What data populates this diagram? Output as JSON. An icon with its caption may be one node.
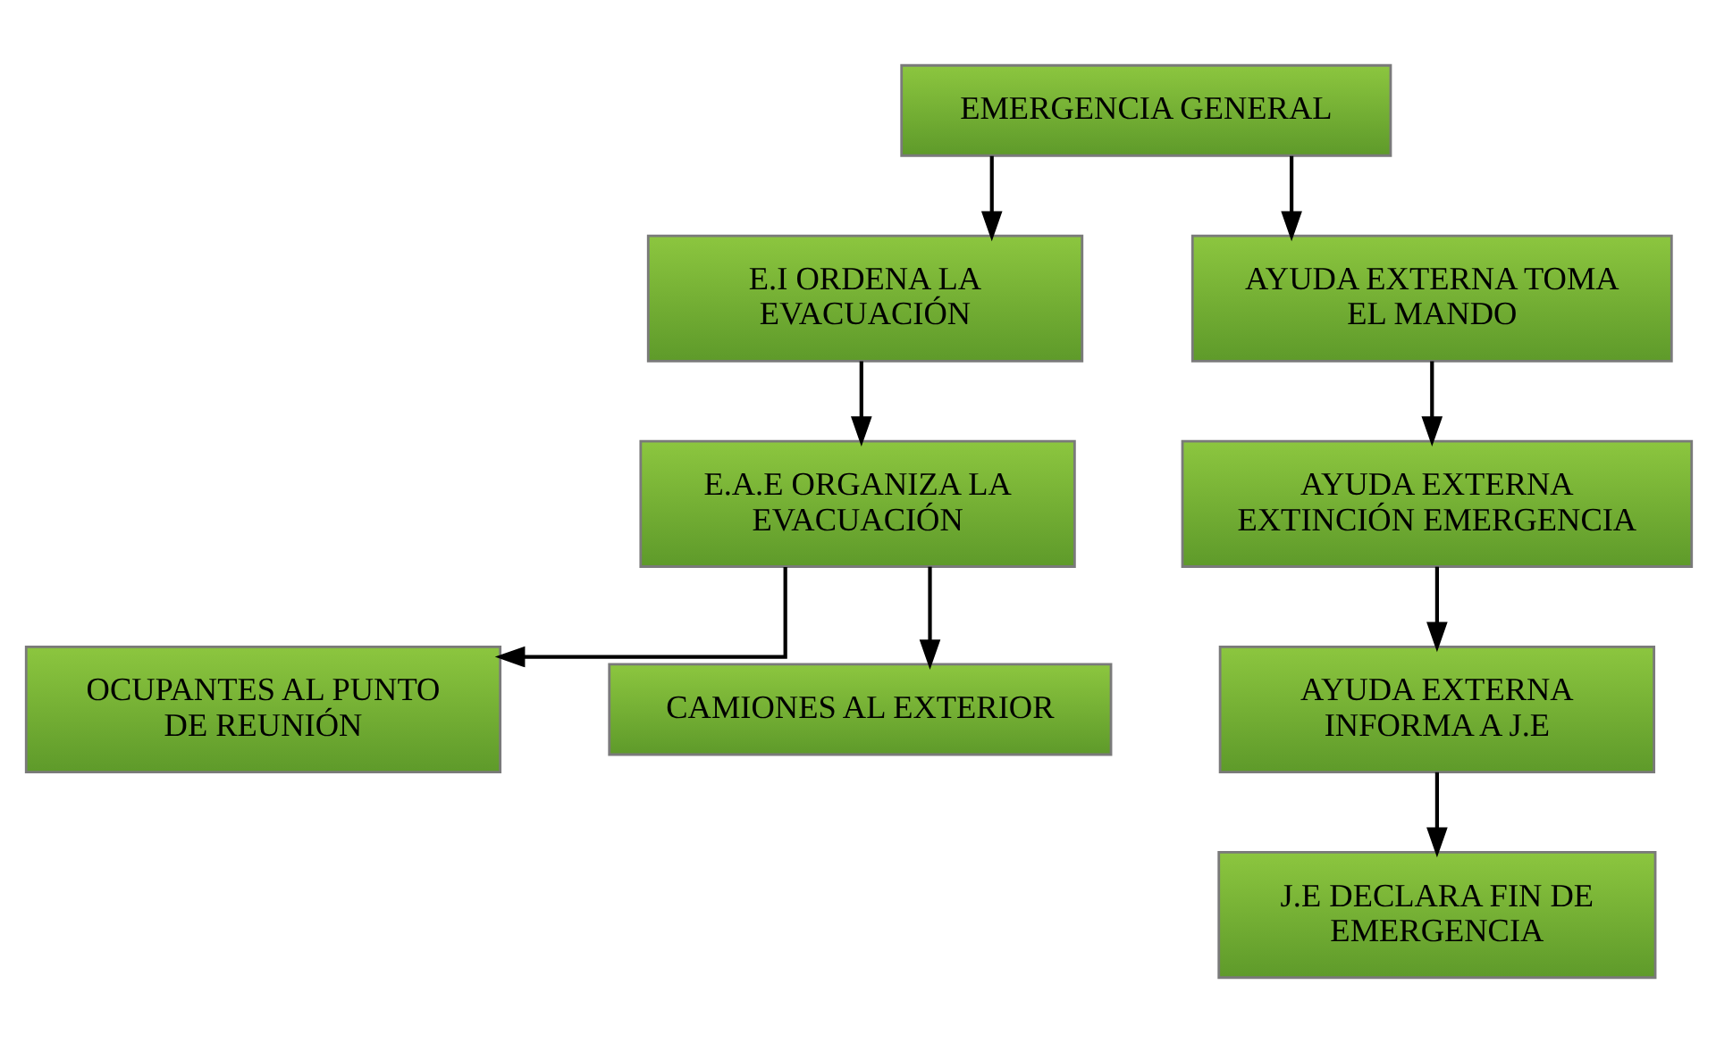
{
  "diagram": {
    "nodes": [
      {
        "text": [
          "EMERGENCIA GENERAL"
        ]
      },
      {
        "text": [
          "E.I ORDENA LA EVACUACIÓN"
        ]
      },
      {
        "text": [
          "E.A.E ORGANIZA LA EVACUACIÓN"
        ]
      },
      {
        "text": [
          "OCUPANTES AL PUNTO DE REUNIÓN"
        ]
      },
      {
        "text": [
          "CAMIONES AL EXTERIOR"
        ]
      },
      {
        "text": [
          "AYUDA EXTERNA TOMA EL MANDO"
        ]
      },
      {
        "text": [
          "AYUDA EXTERNA EXTINCIÓN EMERGENCIA"
        ]
      },
      {
        "text": [
          "AYUDA EXTERNA INFORMA A J.E"
        ]
      },
      {
        "text": [
          "J.E DECLARA FIN DE EMERGENCIA"
        ]
      }
    ],
    "edges": [
      {
        "from": 0,
        "to": 1,
        "arrow": "to"
      },
      {
        "from": 0,
        "to": 5,
        "arrow": "to"
      },
      {
        "from": 1,
        "to": 2,
        "arrow": "to"
      },
      {
        "from": 2,
        "to": 3,
        "arrow": "to"
      },
      {
        "from": 2,
        "to": 4,
        "arrow": "to"
      },
      {
        "from": 5,
        "to": 6,
        "arrow": "to"
      },
      {
        "from": 6,
        "to": 7,
        "arrow": "to"
      },
      {
        "from": 7,
        "to": 8,
        "arrow": "to"
      }
    ]
  }
}
